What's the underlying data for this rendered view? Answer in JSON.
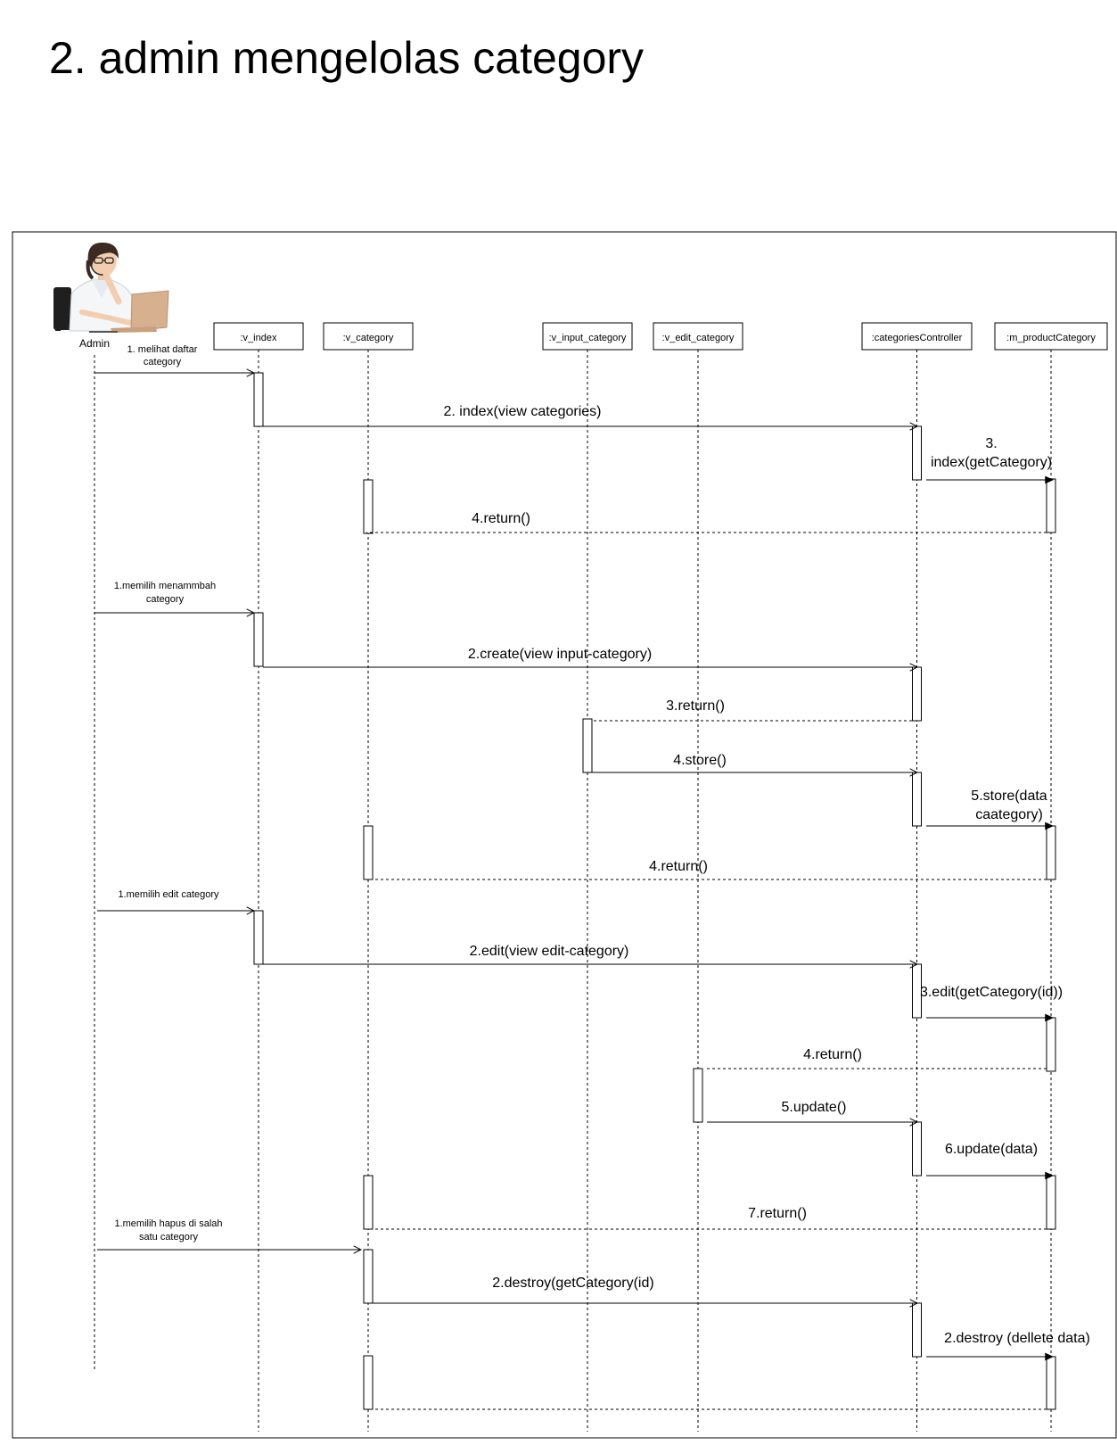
{
  "title": "2. admin mengelolas category",
  "actor": {
    "name": "Admin",
    "icon": "person-at-laptop-icon"
  },
  "lifelines": [
    ":v_index",
    ":v_category",
    ":v_input_category",
    ":v_edit_category",
    ":categoriesController",
    ":m_productCategory"
  ],
  "messages": [
    {
      "from": "Admin",
      "to": ":v_index",
      "type": "sync",
      "label": [
        "1. melihat daftar",
        "category"
      ]
    },
    {
      "from": ":v_index",
      "to": ":categoriesController",
      "type": "sync",
      "label": [
        "2. index(view categories)"
      ]
    },
    {
      "from": ":categoriesController",
      "to": ":m_productCategory",
      "type": "sync",
      "label": [
        "3.",
        "index(getCategory)"
      ]
    },
    {
      "from": ":m_productCategory",
      "to": ":v_category",
      "type": "return",
      "label": [
        "4.return()"
      ]
    },
    {
      "from": "Admin",
      "to": ":v_index",
      "type": "sync",
      "label": [
        "1.memilih menammbah",
        "category"
      ]
    },
    {
      "from": ":v_index",
      "to": ":categoriesController",
      "type": "sync",
      "label": [
        "2.create(view input-category)"
      ]
    },
    {
      "from": ":categoriesController",
      "to": ":v_input_category",
      "type": "return",
      "label": [
        "3.return()"
      ]
    },
    {
      "from": ":v_input_category",
      "to": ":categoriesController",
      "type": "sync",
      "label": [
        "4.store()"
      ]
    },
    {
      "from": ":categoriesController",
      "to": ":m_productCategory",
      "type": "sync",
      "label": [
        "5.store(data",
        "caategory)"
      ]
    },
    {
      "from": ":m_productCategory",
      "to": ":v_category",
      "type": "return",
      "label": [
        "4.return()"
      ]
    },
    {
      "from": "Admin",
      "to": ":v_index",
      "type": "sync",
      "label": [
        "1.memilih edit category"
      ]
    },
    {
      "from": ":v_index",
      "to": ":categoriesController",
      "type": "sync",
      "label": [
        "2.edit(view edit-category)"
      ]
    },
    {
      "from": ":categoriesController",
      "to": ":m_productCategory",
      "type": "sync",
      "label": [
        "3.edit(getCategory(id))"
      ]
    },
    {
      "from": ":m_productCategory",
      "to": ":v_edit_category",
      "type": "return",
      "label": [
        "4.return()"
      ]
    },
    {
      "from": ":v_edit_category",
      "to": ":categoriesController",
      "type": "sync",
      "label": [
        "5.update()"
      ]
    },
    {
      "from": ":categoriesController",
      "to": ":m_productCategory",
      "type": "sync",
      "label": [
        "6.update(data)"
      ]
    },
    {
      "from": ":m_productCategory",
      "to": ":v_category",
      "type": "return",
      "label": [
        "7.return()"
      ]
    },
    {
      "from": "Admin",
      "to": ":v_category",
      "type": "sync",
      "label": [
        "1.memilih hapus di salah",
        "satu category"
      ]
    },
    {
      "from": ":v_category",
      "to": ":categoriesController",
      "type": "sync",
      "label": [
        "2.destroy(getCategory(id)"
      ]
    },
    {
      "from": ":categoriesController",
      "to": ":m_productCategory",
      "type": "sync",
      "label": [
        "2.destroy (dellete data)"
      ]
    },
    {
      "from": ":m_productCategory",
      "to": ":v_category",
      "type": "return",
      "label": []
    }
  ]
}
